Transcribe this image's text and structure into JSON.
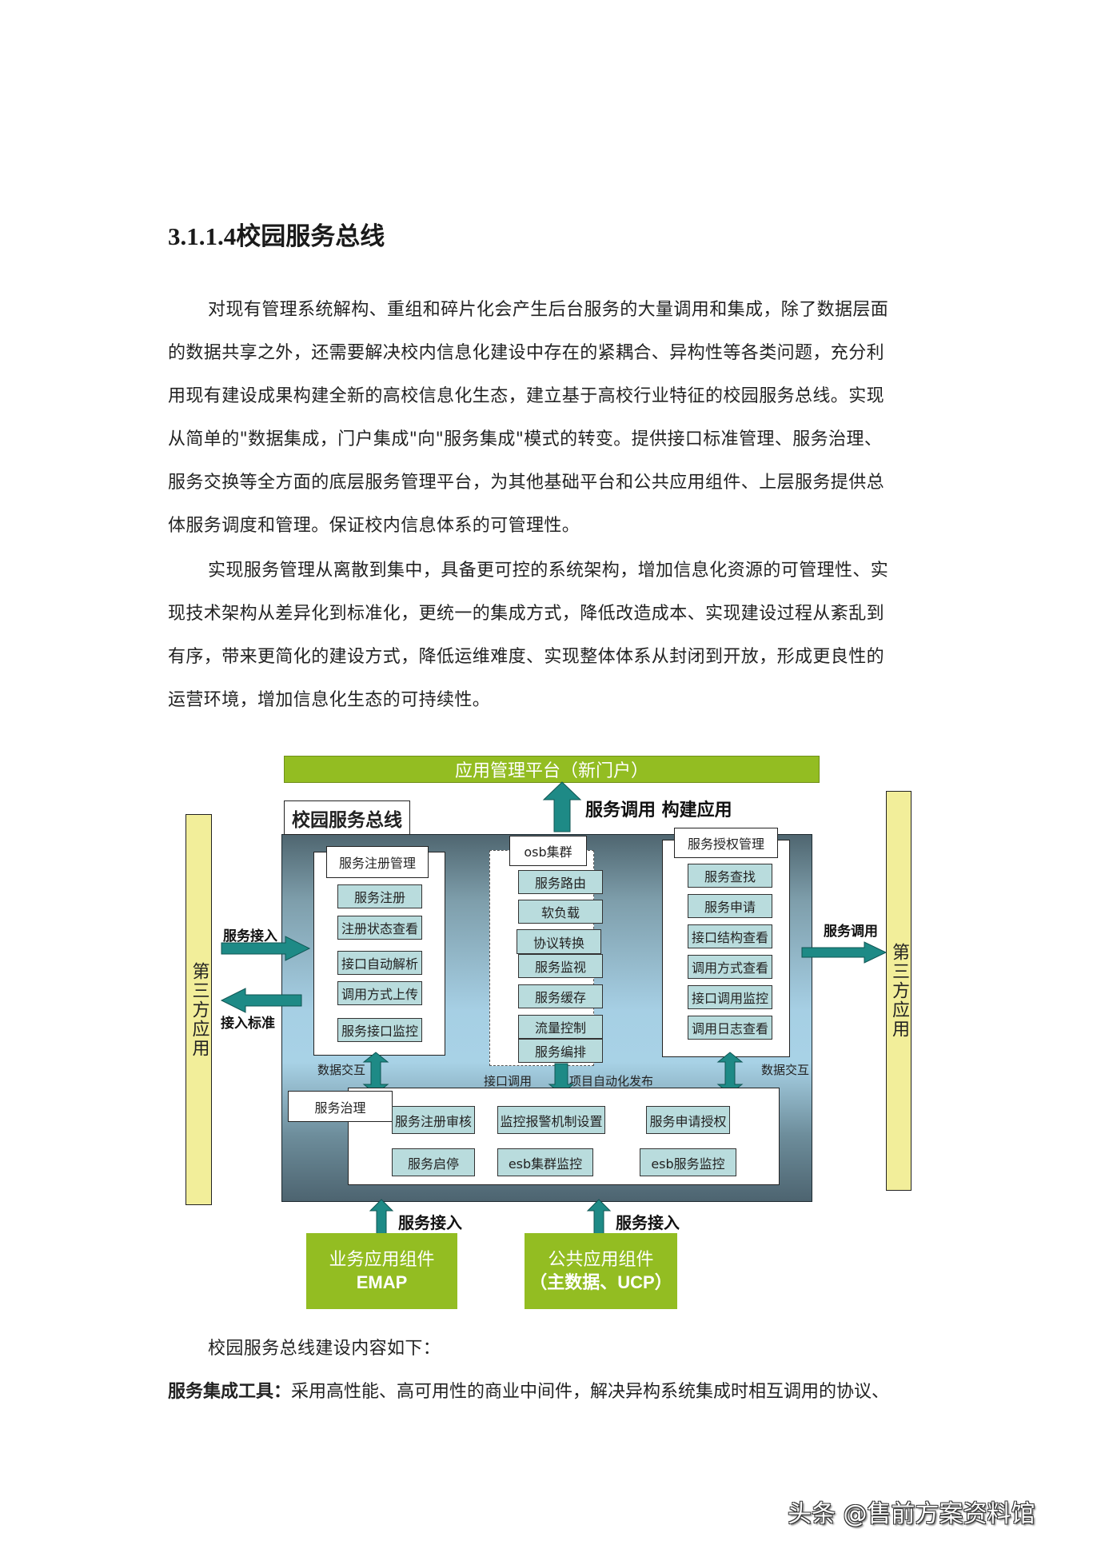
{
  "document": {
    "heading": "3.1.1.4校园服务总线",
    "paragraph1": [
      "对现有管理系统解构、重组和碎片化会产生后台服务的大量调用和集成，除了数据层面",
      "的数据共享之外，还需要解决校内信息化建设中存在的紧耦合、异构性等各类问题，充分利",
      "用现有建设成果构建全新的高校信息化生态，建立基于高校行业特征的校园服务总线。实现",
      "从简单的\"数据集成，门户集成\"向\"服务集成\"模式的转变。提供接口标准管理、服务治理、",
      "服务交换等全方面的底层服务管理平台，为其他基础平台和公共应用组件、上层服务提供总",
      "体服务调度和管理。保证校内信息体系的可管理性。"
    ],
    "paragraph2": [
      "实现服务管理从离散到集中，具备更可控的系统架构，增加信息化资源的可管理性、实",
      "现技术架构从差异化到标准化，更统一的集成方式，降低改造成本、实现建设过程从紊乱到",
      "有序，带来更简化的建设方式，降低运维难度、实现整体体系从封闭到开放，形成更良性的",
      "运营环境，增加信息化生态的可持续性。"
    ],
    "paragraph3": "校园服务总线建设内容如下：",
    "paragraph4": {
      "bold": "服务集成工具：",
      "text": "采用高性能、高可用性的商业中间件，解决异构系统集成时相互调用的协议、"
    }
  },
  "diagram": {
    "top_platform": "应用管理平台（新门户）",
    "top_arrow_label": "服务调用 构建应用",
    "bus_title": "校园服务总线",
    "third_party_left": "第三方应用",
    "third_party_right": "第三方应用",
    "left_in_label": "服务接入",
    "left_out_label": "接入标准",
    "right_out_label": "服务调用",
    "registration": {
      "title": "服务注册管理",
      "items": [
        "服务注册",
        "注册状态查看",
        "接口自动解析",
        "调用方式上传",
        "服务接口监控"
      ]
    },
    "osb": {
      "title": "osb集群",
      "items": [
        "服务路由",
        "软负载",
        "协议转换",
        "服务监视",
        "服务缓存",
        "流量控制",
        "服务编排"
      ]
    },
    "authorization": {
      "title": "服务授权管理",
      "items": [
        "服务查找",
        "服务申请",
        "接口结构查看",
        "调用方式查看",
        "接口调用监控",
        "调用日志查看"
      ]
    },
    "data_exchange_left": "数据交互",
    "data_exchange_right": "数据交互",
    "interface_call": "接口调用",
    "auto_publish": "项目自动化发布",
    "governance": {
      "title": "服务治理",
      "row1": [
        "服务注册审核",
        "监控报警机制设置",
        "服务申请授权"
      ],
      "row2": [
        "服务启停",
        "esb集群监控",
        "esb服务监控"
      ]
    },
    "bottom_in_label_1": "服务接入",
    "bottom_in_label_2": "服务接入",
    "component_business": {
      "line1": "业务应用组件",
      "line2": "EMAP"
    },
    "component_public": {
      "line1": "公共应用组件",
      "line2": "（主数据、UCP）"
    },
    "colors": {
      "green": "#93bd22",
      "yellow": "#f2ee9a",
      "teal_arrow": "#1e8a86",
      "cell": "#b9dcdd",
      "bus_dark": "#4f6670",
      "bus_light": "#a6cfe4"
    }
  },
  "watermark": "头条 @售前方案资料馆"
}
